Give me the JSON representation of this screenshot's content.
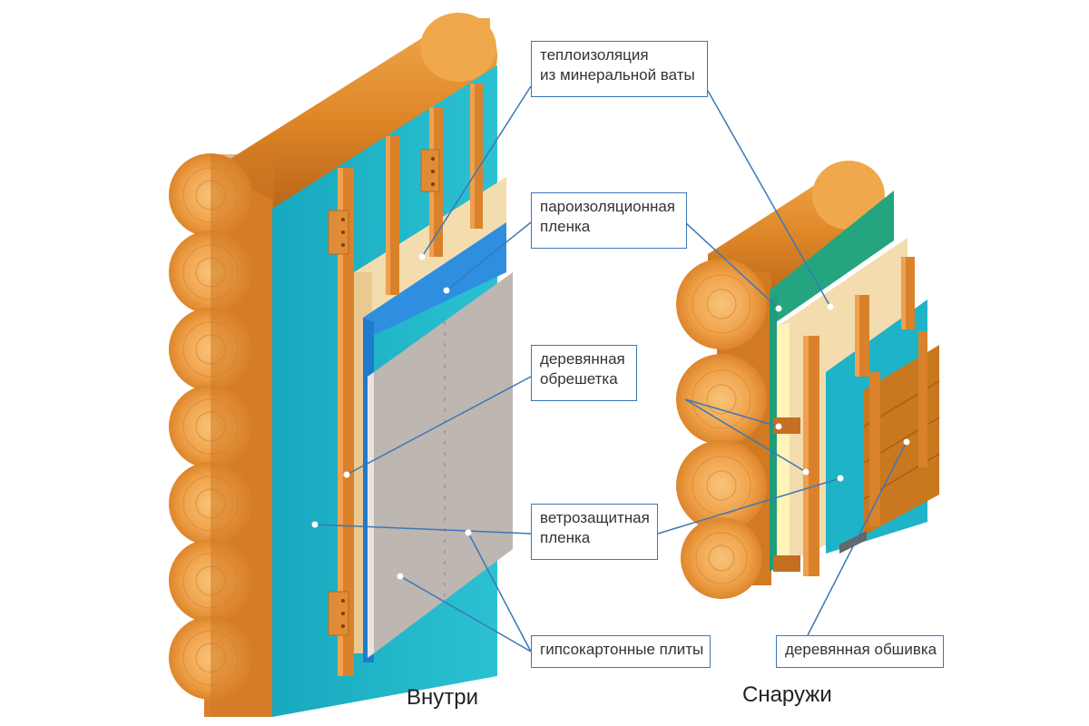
{
  "labels": {
    "insulation": {
      "line1": "теплоизоляция",
      "line2": "из минеральной ваты"
    },
    "vapor_barrier": {
      "line1": "пароизоляционная",
      "line2": "пленка"
    },
    "battens": {
      "line1": "деревянная",
      "line2": "обрешетка"
    },
    "wind_barrier": {
      "line1": "ветрозащитная",
      "line2": "пленка"
    },
    "drywall": {
      "line1": "гипсокартонные плиты"
    },
    "cladding": {
      "line1": "деревянная обшивка"
    }
  },
  "captions": {
    "inside": "Внутри",
    "outside": "Снаружи"
  },
  "colors": {
    "log": "#e08a2c",
    "log_end": "#f2a851",
    "teal_membrane": "#1fb3c7",
    "insulation": "#f3dcae",
    "vapor_film": "#2e8fe0",
    "drywall": "#bdb6b1",
    "batten": "#d9822b",
    "cladding": "#c9781f",
    "leader": "#3a78b8"
  }
}
